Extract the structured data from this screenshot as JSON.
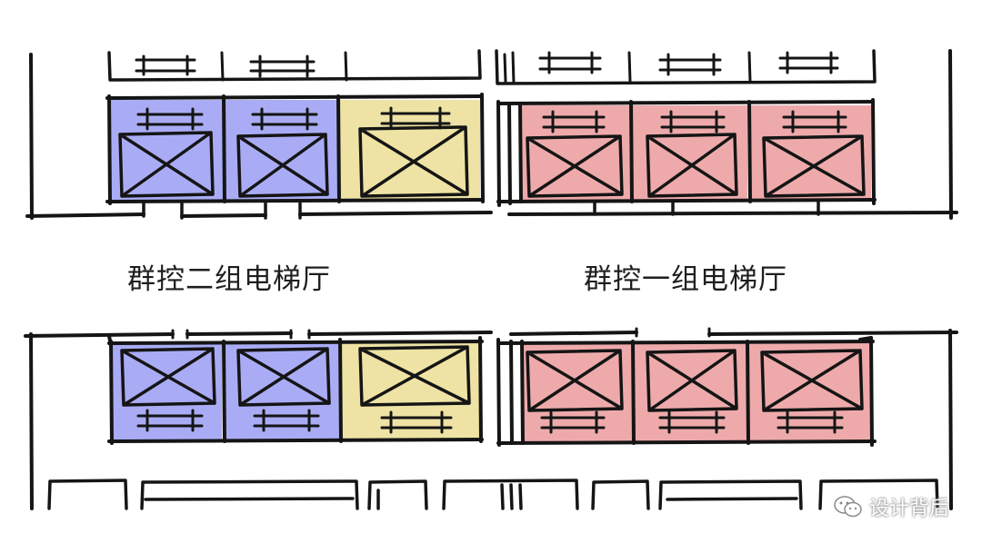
{
  "labels": {
    "group_two_hall": "群控二组电梯厅",
    "group_one_hall": "群控一组电梯厅"
  },
  "watermark": {
    "text": "设计背后",
    "icon": "wechat-chat-icon"
  },
  "colors": {
    "group_two": "#a9acf5",
    "group_two_special": "#eee3a4",
    "group_one": "#eeaaab",
    "ink": "#151515"
  }
}
